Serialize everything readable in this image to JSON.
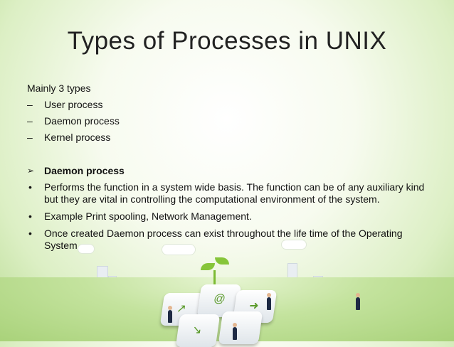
{
  "slide": {
    "title": "Types of Processes in UNIX",
    "intro": "Mainly 3 types",
    "types": [
      "User process",
      "Daemon process",
      "Kernel process"
    ],
    "dash_marker": "–",
    "section_marker": "➢",
    "section_heading": "Daemon process",
    "bullet_marker": "•",
    "bullets": [
      "Performs the function in a system wide basis. The function can be of any auxiliary kind but they are vital in controlling the computational environment of the system.",
      "Example Print spooling, Network Management.",
      "Once created Daemon process can exist throughout the life time of the Operating System."
    ]
  },
  "decor": {
    "key_icons": [
      "@",
      "↗",
      "➜",
      "↘"
    ]
  }
}
